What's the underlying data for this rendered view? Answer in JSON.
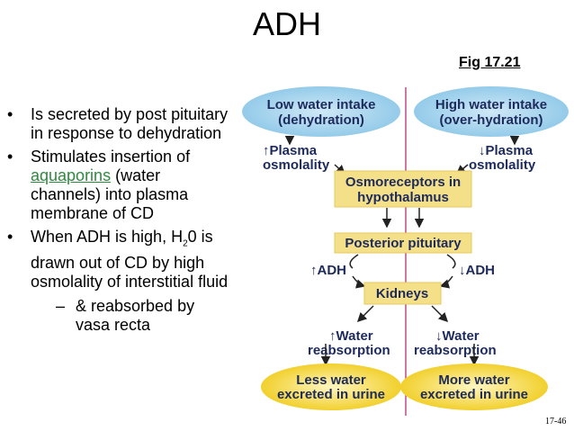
{
  "slide": {
    "title": "ADH",
    "fig_ref": "Fig 17.21",
    "slide_number": "17-46"
  },
  "bullets": [
    {
      "text": "Is secreted by post pituitary in response to dehydration"
    },
    {
      "pre": "Stimulates insertion of ",
      "link": "aquaporins",
      "post": " (water channels) into plasma membrane of CD"
    },
    {
      "pre": "When ADH is high, H",
      "sub": "2",
      "post": "0 is drawn out of CD by high osmolality of interstitial fluid"
    }
  ],
  "sub_bullet": "& reabsorbed by vasa recta",
  "diagram": {
    "low_intake": [
      "Low water intake",
      "(dehydration)"
    ],
    "high_intake": [
      "High water intake",
      "(over-hydration)"
    ],
    "plasma_left": [
      "↑Plasma",
      "osmolality"
    ],
    "plasma_right": [
      "↓Plasma",
      "osmolality"
    ],
    "osmoreceptors": [
      "Osmoreceptors in",
      "hypothalamus"
    ],
    "posterior_pituitary": "Posterior pituitary",
    "adh_left": "↑ADH",
    "adh_right": "↓ADH",
    "kidneys": "Kidneys",
    "water_left": [
      "↑Water",
      "reabsorption"
    ],
    "water_right": [
      "↓Water",
      "reabsorption"
    ],
    "less_water": [
      "Less water",
      "excreted in urine"
    ],
    "more_water": [
      "More water",
      "excreted in urine"
    ]
  },
  "colors": {
    "blue_ellipse": "#8ec8e8",
    "yellow_box": "#f5e08a",
    "yellow_ellipse": "#f0cc1e",
    "divider": "#b0307a",
    "link": "#2e8b3e"
  }
}
